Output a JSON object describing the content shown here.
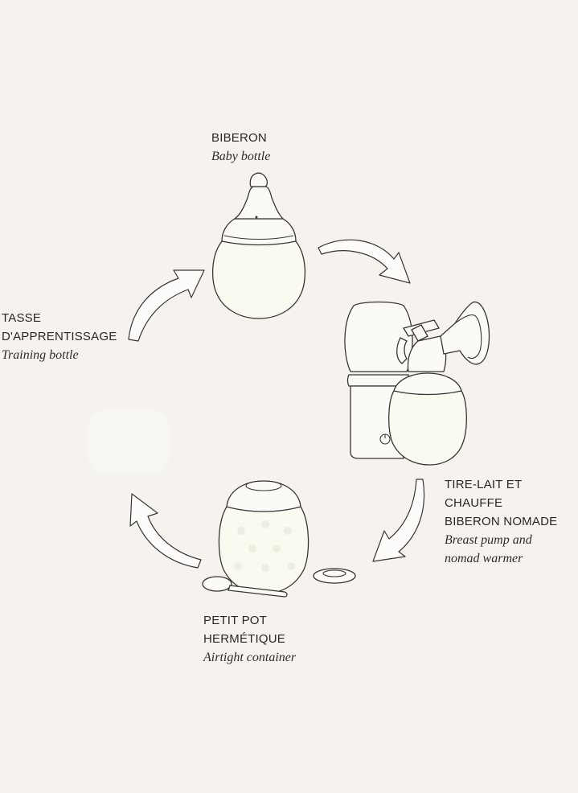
{
  "items": {
    "bottle": {
      "title": "BIBERON",
      "subtitle": "Baby bottle"
    },
    "pump": {
      "title_line1": "TIRE-LAIT ET CHAUFFE",
      "title_line2": "BIBERON NOMADE",
      "subtitle_line1": "Breast pump and",
      "subtitle_line2": "nomad warmer"
    },
    "container": {
      "title_line1": "PETIT POT",
      "title_line2": "HERMÉTIQUE",
      "subtitle": "Airtight container"
    },
    "training": {
      "title_line1": "TASSE",
      "title_line2": "D'APPRENTISSAGE",
      "subtitle": "Training bottle"
    }
  },
  "colors": {
    "background": "#f6f3ef",
    "line": "#3a3434",
    "glass_tint": "#fafaf0"
  },
  "icons": [
    "baby-bottle-icon",
    "breast-pump-icon",
    "bottle-warmer-icon",
    "airtight-container-icon",
    "spoon-icon",
    "lid-icon",
    "cycle-arrow-icon"
  ]
}
